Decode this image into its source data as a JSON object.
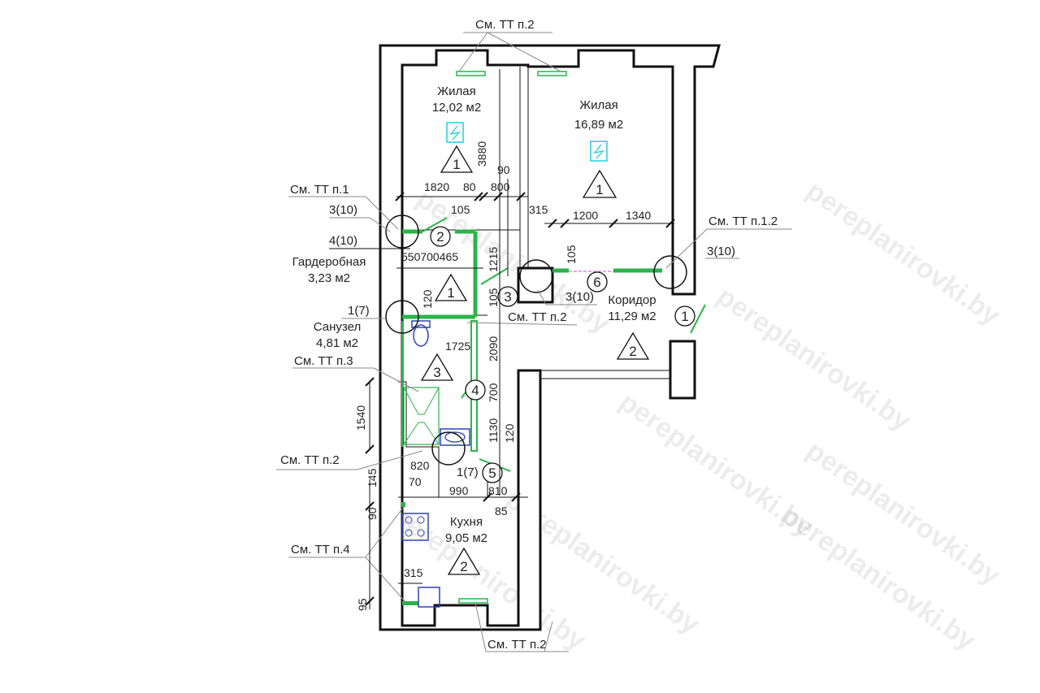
{
  "watermark": "pereplanirovki.by",
  "rooms": [
    {
      "name": "Жилая",
      "area": "12,02 м2",
      "number": "1"
    },
    {
      "name": "Жилая",
      "area": "16,89 м2",
      "number": "1"
    },
    {
      "name": "Гардеробная",
      "area": "3,23 м2",
      "number": "1"
    },
    {
      "name": "Санузел",
      "area": "4,81 м2",
      "number": "3"
    },
    {
      "name": "Коридор",
      "area": "11,29 м2",
      "number": "2"
    },
    {
      "name": "Кухня",
      "area": "9,05 м2",
      "number": "2"
    }
  ],
  "notes": {
    "top": "См. ТТ п.2",
    "tt1": "См. ТТ п.1",
    "tt12": "См. ТТ п.1.2",
    "mid": "См. ТТ п.2",
    "tt3": "См. ТТ п.3",
    "left": "См. ТТ п.2",
    "tt4": "См. ТТ п.4",
    "bottom": "См. ТТ п.2"
  },
  "opening_labels": [
    "3(10)",
    "4(10)",
    "1(7)",
    "3(10)",
    "3(10)",
    "1(7)"
  ],
  "markers": [
    "1",
    "2",
    "3",
    "4",
    "5",
    "6"
  ],
  "dimensions": {
    "d3880": "3880",
    "d1820": "1820",
    "d80": "80",
    "d800": "800",
    "d90": "90",
    "d105a": "105",
    "d315a": "315",
    "d1200": "1200",
    "d1340": "1340",
    "d105b": "105",
    "d550700465": "550700465",
    "d1215": "1215",
    "d120a": "120",
    "d105c": "105",
    "d1725": "1725",
    "d2090": "2090",
    "d700": "700",
    "d1130": "1130",
    "d120b": "120",
    "d1540": "1540",
    "d820": "820",
    "d70": "70",
    "d990": "990",
    "d810": "810",
    "d145": "145",
    "d90b": "90",
    "d85": "85",
    "d315b": "315",
    "d95": "95"
  }
}
